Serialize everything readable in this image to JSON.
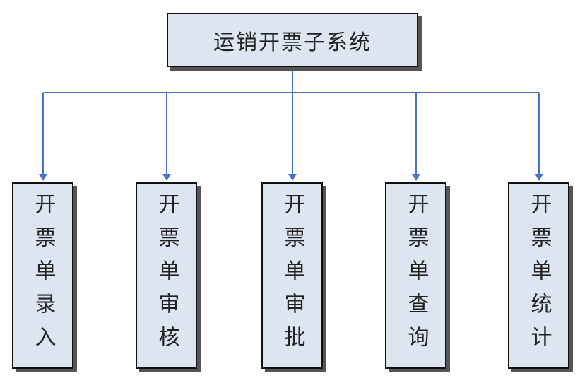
{
  "diagram": {
    "root": {
      "label": "运销开票子系统"
    },
    "children": [
      {
        "label": "开票单录入"
      },
      {
        "label": "开票单审核"
      },
      {
        "label": "开票单审批"
      },
      {
        "label": "开票单查询"
      },
      {
        "label": "开票单统计"
      }
    ],
    "colors": {
      "connector": "#4a72c4",
      "box_fill": "#dde5f0",
      "box_border": "#111111",
      "shadow": "#555555"
    }
  }
}
